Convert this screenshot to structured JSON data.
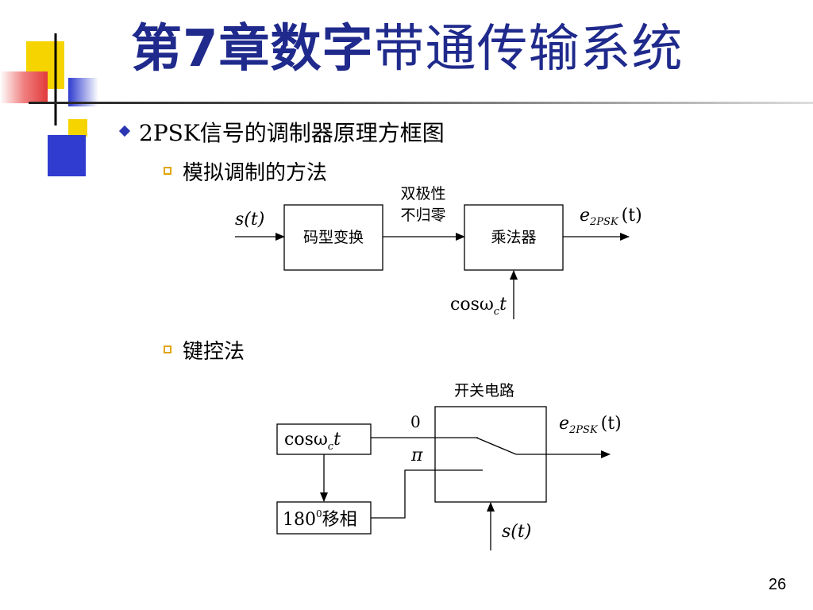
{
  "title": {
    "bold_part": "第7章数字",
    "light_part": "带通传输系统"
  },
  "bullets": {
    "main": "2PSK信号的调制器原理方框图",
    "sub1": "模拟调制的方法",
    "sub2": "键控法"
  },
  "diagram1": {
    "input_label": "s(t)",
    "block1": "码型变换",
    "mid_label_line1": "双极性",
    "mid_label_line2": "不归零",
    "block2": "乘法器",
    "output_label_e": "e",
    "output_label_sub": "2PSK",
    "output_label_t": "(t)",
    "carrier_label": "cosω",
    "carrier_sub": "c",
    "carrier_t": "t"
  },
  "diagram2": {
    "switch_label": "开关电路",
    "carrier_block": "cosω",
    "carrier_sub": "c",
    "carrier_t": "t",
    "phase_block_num": "180",
    "phase_block_sup": "0",
    "phase_block_text": "移相",
    "zero_label": "0",
    "pi_label": "π",
    "output_label_e": "e",
    "output_label_sub": "2PSK",
    "output_label_t": "(t)",
    "control_label": "s(t)"
  },
  "page_number": "26",
  "colors": {
    "title": "#1f2a8c",
    "accent_yellow": "#f5d400",
    "accent_blue": "#2f3ccf",
    "accent_red": "#e23a3a"
  }
}
